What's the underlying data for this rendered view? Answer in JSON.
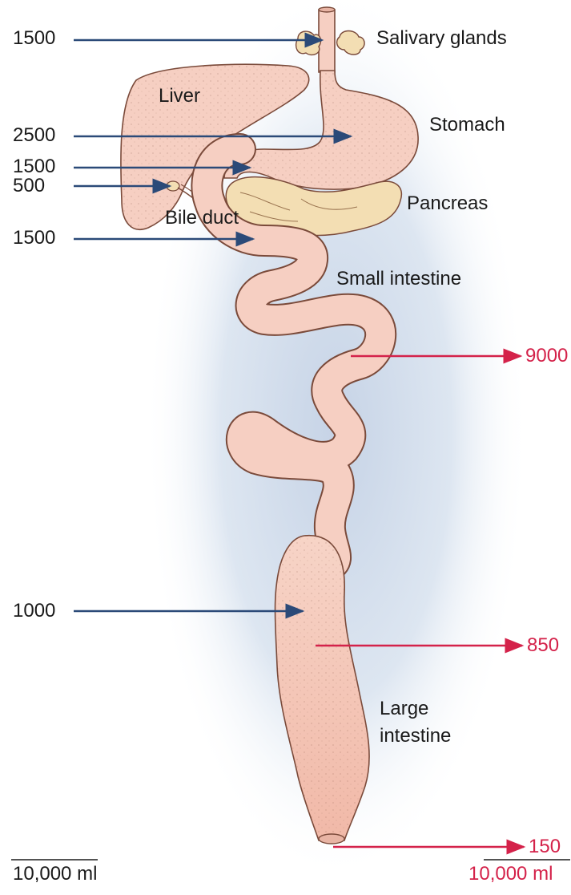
{
  "colors": {
    "input_arrow": "#2b4a78",
    "output_arrow": "#d4224a",
    "tissue": "#f6cfc2",
    "tissue_outline": "#7a4a3a",
    "pancreas": "#f3deb3",
    "background_glow": "#c9d6e8"
  },
  "organs": {
    "salivary_glands": "Salivary glands",
    "liver": "Liver",
    "stomach": "Stomach",
    "bile_duct": "Bile duct",
    "pancreas": "Pancreas",
    "small_intestine": "Small intestine",
    "large_intestine_line1": "Large",
    "large_intestine_line2": "intestine"
  },
  "inputs": {
    "salivary": "1500",
    "stomach": "2500",
    "pancreas": "1500",
    "bile": "500",
    "small_intestine": "1500",
    "large_intestine": "1000"
  },
  "outputs": {
    "small_intestine": "9000",
    "large_intestine": "850",
    "feces": "150"
  },
  "totals": {
    "input_total": "10,000 ml",
    "output_total": "10,000 ml"
  }
}
